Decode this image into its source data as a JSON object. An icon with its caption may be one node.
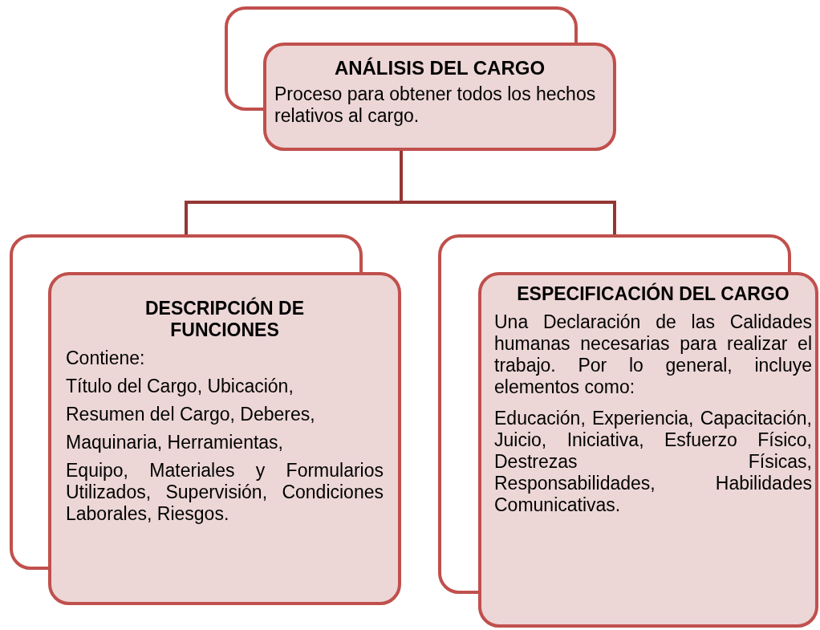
{
  "diagram": {
    "nodes": [
      {
        "text": [
          "ANÁLISIS DEL CARGO",
          "Proceso para obtener todos los hechos relativos al cargo."
        ]
      },
      {
        "text": [
          "DESCRIPCIÓN DE FUNCIONES",
          "Contiene:",
          "Título del Cargo, Ubicación,",
          "Resumen del Cargo, Deberes,",
          "Maquinaria, Herramientas,",
          "Equipo, Materiales y Formularios Utilizados, Supervisión, Condiciones Laborales, Riesgos."
        ]
      },
      {
        "text": [
          "ESPECIFICACIÓN DEL CARGO",
          "Una Declaración de las Calidades humanas necesarias para realizar el trabajo. Por lo general, incluye elementos como:",
          "Educación, Experiencia, Capacitación, Juicio, Iniciativa, Esfuerzo Físico, Destrezas Físicas, Responsabilidades, Habilidades Comunicativas."
        ]
      }
    ],
    "edges": [
      {
        "from": 0,
        "to": 1,
        "arrow": "none"
      },
      {
        "from": 0,
        "to": 2,
        "arrow": "none"
      }
    ]
  }
}
